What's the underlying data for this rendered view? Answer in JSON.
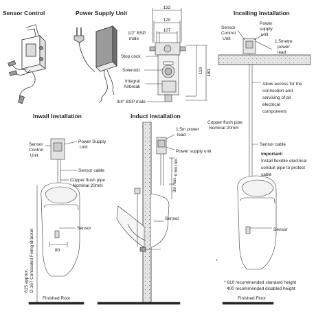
{
  "headings": {
    "sensor_control": "Sensor Control",
    "power_supply_unit": "Power Supply Unit",
    "inceiling": "Inceiling Installation",
    "inwall": "Inwall Installation",
    "induct": "Induct Installation"
  },
  "dimensions": {
    "d132": "132",
    "d120": "120",
    "d107": "107",
    "d119": "119",
    "d180": "180",
    "d80": "80",
    "max_3m": "3m max.",
    "min_05m": "0.5m min."
  },
  "unit_labels": {
    "half_bsp_l1": "1/2\" BSP",
    "half_bsp_l2": "male",
    "stop_cock": "Stop cock",
    "solenoid": "Solenoid",
    "airbreak_l1": "Integral",
    "airbreak_l2": "Airbreak",
    "three_quarter_bsp": "3/4\" BSP male"
  },
  "inceiling": {
    "sensor_l1": "Sensor",
    "sensor_l2": "Control",
    "sensor_l3": "Unit",
    "psu_l1": "Power",
    "psu_l2": "supply",
    "psu_l3": "unit",
    "lead_l1": "1.5metre",
    "lead_l2": "power",
    "lead_l3": "lead",
    "access_l1": "Allow access for the",
    "access_l2": "connection and",
    "access_l3": "servicing of all",
    "access_l4": "electrical",
    "access_l5": "components",
    "copper_l1": "Copper flush pipe",
    "copper_l2": "Nominal 20mm",
    "sensor_cable": "Sensor cable",
    "important": "important:",
    "imp_l1": "Install flexible electrical",
    "imp_l2": "conduit pipe to protect",
    "imp_l3": "cable",
    "sensor": "Sensor",
    "note_l1": "* 610 recommended standard height",
    "note_l2": "400 recommended disabled height",
    "finished_floor": "Finished Floor"
  },
  "inwall": {
    "sensor_l1": "Sensor",
    "sensor_l2": "Control",
    "sensor_l3": "Unit",
    "psu_l1": "Power Supply",
    "psu_l2": "Unit",
    "sensor_cable": "Sensor cable",
    "copper_l1": "Copper flush pipe",
    "copper_l2": "Nominal 20mm",
    "sensor": "Sensor",
    "side_l1": "615 approx.",
    "side_l2": "D.167 Concealed Fixing Bracket",
    "finished_floor": "Finished Roor"
  },
  "induct": {
    "lead_l1": "1.5m power",
    "lead_l2": "lead",
    "psu": "Power supply unit",
    "sensor": "Sensor"
  },
  "asterisk": "*"
}
